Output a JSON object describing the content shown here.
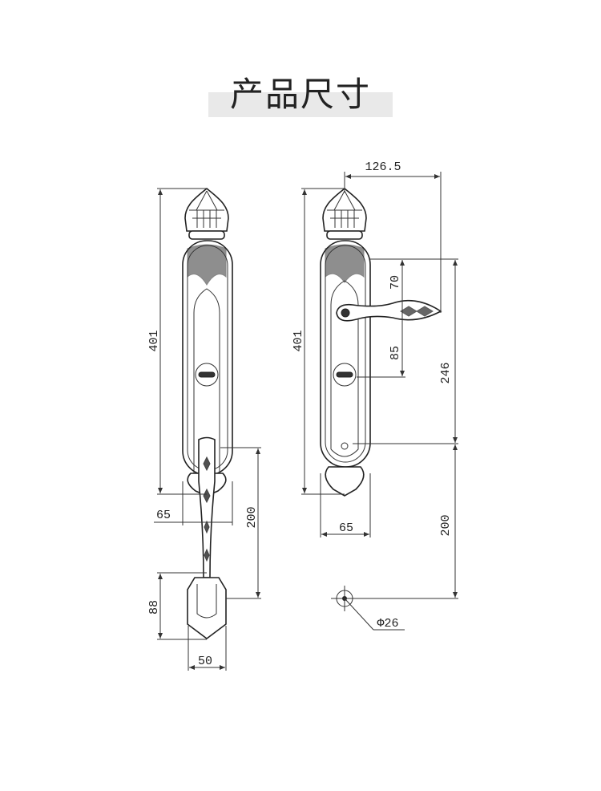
{
  "title": "产品尺寸",
  "left_view": {
    "height_label": "401",
    "plate_width_label": "65",
    "handle_length_label": "200",
    "grip_height_label": "88",
    "grip_width_label": "50"
  },
  "right_view": {
    "lever_reach_label": "126.5",
    "height_label": "401",
    "lever_to_top_label": "70",
    "lever_to_cylinder_label": "85",
    "top_to_lower_label": "246",
    "lower_spacing_label": "200",
    "plate_width_label": "65",
    "hole_diameter_label": "Φ26"
  }
}
